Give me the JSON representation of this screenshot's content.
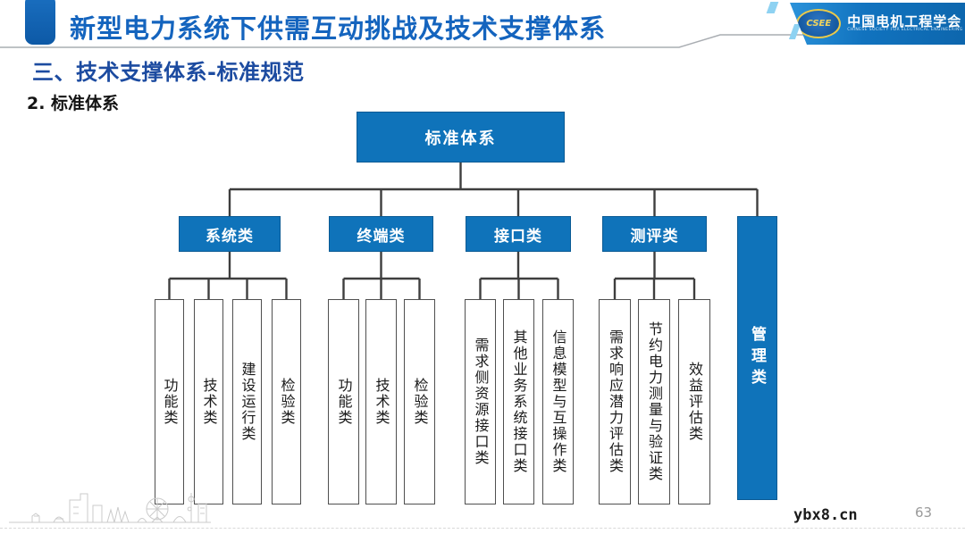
{
  "header": {
    "title": "新型电力系统下供需互动挑战及技术支撑体系",
    "logo": {
      "badge": "CSEE",
      "org_name": "中国电机工程学会",
      "org_name_en": "CHINESE SOCIETY FOR ELECTRICAL ENGINEERING"
    }
  },
  "section": {
    "subtitle": "三、技术支撑体系-标准规范",
    "label": "2. 标准体系"
  },
  "diagram": {
    "root": "标准体系",
    "groups": [
      {
        "label": "系统类",
        "children": [
          "功能类",
          "技术类",
          "建设运行类",
          "检验类"
        ]
      },
      {
        "label": "终端类",
        "children": [
          "功能类",
          "技术类",
          "检验类"
        ]
      },
      {
        "label": "接口类",
        "children": [
          "需求侧资源接口类",
          "其他业务系统接口类",
          "信息模型与互操作类"
        ]
      },
      {
        "label": "测评类",
        "children": [
          "需求响应潜力评估类",
          "节约电力测量与验证类",
          "效益评估类"
        ]
      }
    ],
    "side": "管理类"
  },
  "footer": {
    "watermark": "ybx8.cn",
    "page_number": "63"
  },
  "colors": {
    "box_blue": "#0f73ba",
    "title_blue": "#1464be",
    "subtitle_blue": "#1c4ba0",
    "connector": "#3e3e3e"
  }
}
